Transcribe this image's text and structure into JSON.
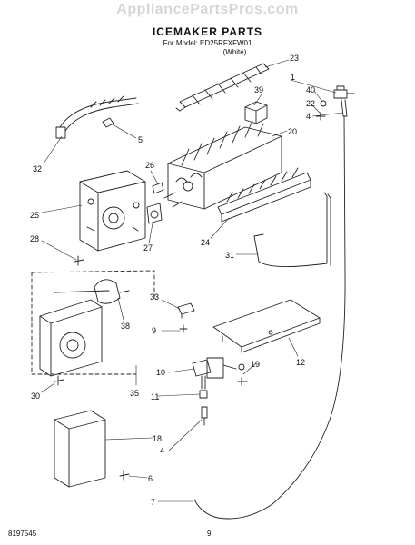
{
  "header": {
    "watermark": "AppliancePartsPros.com",
    "title": "ICEMAKER PARTS",
    "model_line": "For Model: ED25RFXFW01",
    "color_line": "(White)"
  },
  "footer": {
    "doc_number": "8197545",
    "page_number": "9"
  },
  "callouts": [
    {
      "id": "c23",
      "label": "23"
    },
    {
      "id": "c1",
      "label": "1"
    },
    {
      "id": "c40",
      "label": "40"
    },
    {
      "id": "c22",
      "label": "22"
    },
    {
      "id": "c4a",
      "label": "4"
    },
    {
      "id": "c39",
      "label": "39"
    },
    {
      "id": "c20",
      "label": "20"
    },
    {
      "id": "c5",
      "label": "5"
    },
    {
      "id": "c26",
      "label": "26"
    },
    {
      "id": "c32",
      "label": "32"
    },
    {
      "id": "c25",
      "label": "25"
    },
    {
      "id": "c28",
      "label": "28"
    },
    {
      "id": "c27",
      "label": "27"
    },
    {
      "id": "c24",
      "label": "24"
    },
    {
      "id": "c31",
      "label": "31"
    },
    {
      "id": "c33",
      "label": "33"
    },
    {
      "id": "c38",
      "label": "38"
    },
    {
      "id": "c9",
      "label": "9"
    },
    {
      "id": "c12",
      "label": "12"
    },
    {
      "id": "c19",
      "label": "19"
    },
    {
      "id": "c10",
      "label": "10"
    },
    {
      "id": "c30",
      "label": "30"
    },
    {
      "id": "c35",
      "label": "35"
    },
    {
      "id": "c11",
      "label": "11"
    },
    {
      "id": "c18",
      "label": "18"
    },
    {
      "id": "c4b",
      "label": "4"
    },
    {
      "id": "c6",
      "label": "6"
    },
    {
      "id": "c7",
      "label": "7"
    }
  ]
}
